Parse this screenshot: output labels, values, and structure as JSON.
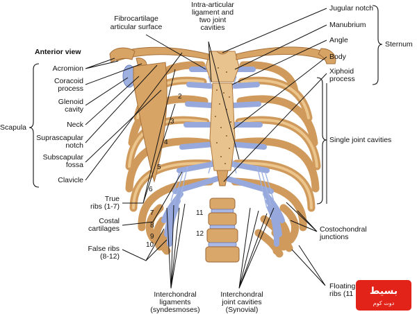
{
  "view_title": "Anterior view",
  "labels": {
    "fibrocartilage_line1": "Fibrocartilage",
    "fibrocartilage_line2": "articular surface",
    "intra_line1": "Intra-articular",
    "intra_line2": "ligament and",
    "intra_line3": "two joint",
    "intra_line4": "cavities",
    "jugular_notch": "Jugular notch",
    "manubrium": "Manubrium",
    "angle": "Angle",
    "body": "Body",
    "xiphoid_line1": "Xiphoid",
    "xiphoid_line2": "process",
    "sternum": "Sternum",
    "acromion": "Acromion",
    "coracoid_line1": "Coracoid",
    "coracoid_line2": "process",
    "glenoid_line1": "Glenoid",
    "glenoid_line2": "cavity",
    "neck": "Neck",
    "suprascapular_line1": "Suprascapular",
    "suprascapular_line2": "notch",
    "subscapular_line1": "Subscapular",
    "subscapular_line2": "fossa",
    "clavicle": "Clavicle",
    "scapula": "Scapula",
    "single_joint": "Single joint cavities",
    "true_ribs_line1": "True",
    "true_ribs_line2": "ribs (1-7)",
    "costal_line1": "Costal",
    "costal_line2": "cartilages",
    "false_ribs_line1": "False ribs",
    "false_ribs_line2": "(8-12)",
    "costochondral_line1": "Costochondral",
    "costochondral_line2": "junctions",
    "interchondral_lig_line1": "Interchondral",
    "interchondral_lig_line2": "ligaments",
    "interchondral_lig_line3": "(syndesmoses)",
    "interchondral_joint_line1": "Interchondral",
    "interchondral_joint_line2": "joint cavities",
    "interchondral_joint_line3": "(Synovial)",
    "floating_line1": "Floating",
    "floating_line2": "ribs (11"
  },
  "rib_numbers": [
    "2",
    "3",
    "4",
    "5",
    "6",
    "7",
    "8",
    "9",
    "10",
    "11",
    "12"
  ],
  "watermark": {
    "main": "بسيط",
    "sub": "دوت كوم"
  },
  "colors": {
    "bone": "#d8a466",
    "cartilage": "#97a9dc",
    "watermark": "#e2231a"
  }
}
